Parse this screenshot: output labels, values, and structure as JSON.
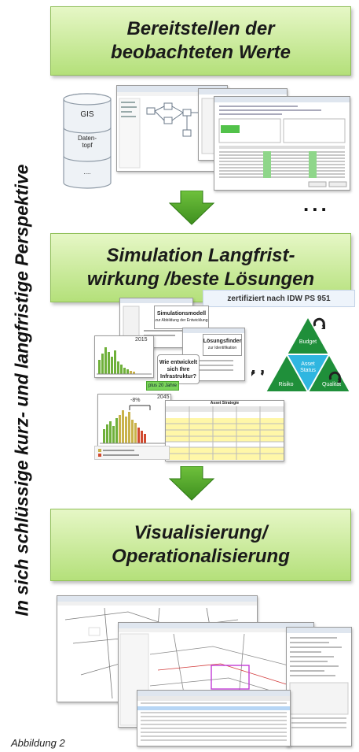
{
  "vertical_title": "In sich schlüssige kurz- und langfristige Perspektive",
  "steps": [
    {
      "line1": "Bereitstellen der",
      "line2": "beobachteten Werte"
    },
    {
      "line1": "Simulation Langfrist-",
      "line2": "wirkung /beste Lösungen"
    },
    {
      "line1": "Visualisierung/",
      "line2": "Operationalisierung"
    }
  ],
  "database": {
    "top": "GIS",
    "middle_line1": "Daten-",
    "middle_line2": "topf",
    "bottom": "...."
  },
  "ellipsis": "...",
  "certificate": "zertifiziert nach IDW PS 951",
  "triangle": {
    "top": "Budget",
    "center_line1": "Asset",
    "center_line2": "Status",
    "left": "Risiko",
    "right": "Qualität"
  },
  "simulation": {
    "bubble1_line1": "Simulationsmodell",
    "bubble1_line2": "zur Abbildung der Entwicklung",
    "bubble2_line1": "Lösungsfinder",
    "bubble2_line2": "zur Identifikation",
    "question_line1": "Wie entwickelt",
    "question_line2": "sich Ihre",
    "question_line3": "Infrastruktur?",
    "year1": "2015",
    "year2": "2045",
    "delta": "-8%",
    "plus": "plus 20 Jahre",
    "table_header": "Asset Strategie"
  },
  "caption": "Abbildung 2"
}
